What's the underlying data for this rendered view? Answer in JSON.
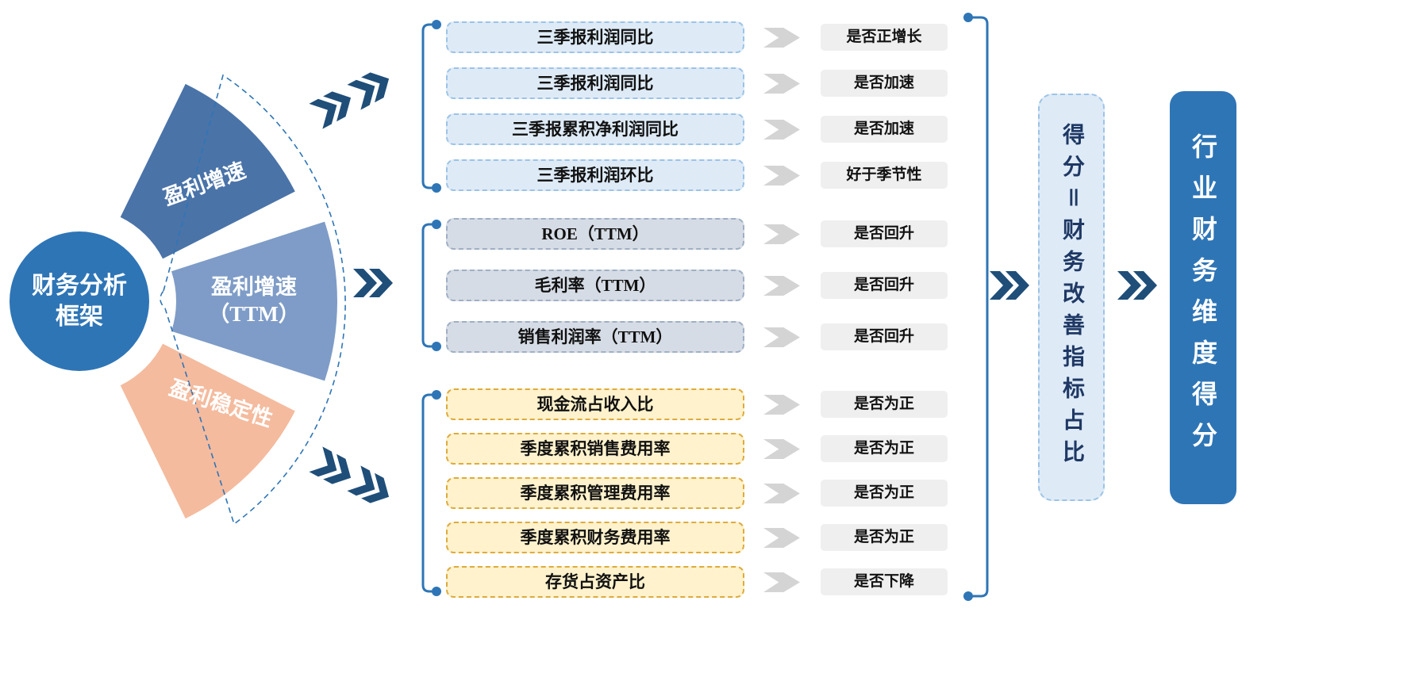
{
  "root": {
    "label": "财务分析\n框架"
  },
  "fan_segments": [
    {
      "label": "盈利增速",
      "color": "#4A73A8"
    },
    {
      "label": "盈利增速\n（TTM）",
      "color": "#7E9CC7"
    },
    {
      "label": "盈利稳定性",
      "color": "#F4BB9E"
    }
  ],
  "groups": [
    {
      "theme": "blue",
      "items": [
        {
          "metric": "三季报利润同比",
          "result": "是否正增长"
        },
        {
          "metric": "三季报利润同比",
          "result": "是否加速"
        },
        {
          "metric": "三季报累积净利润同比",
          "result": "是否加速"
        },
        {
          "metric": "三季报利润环比",
          "result": "好于季节性"
        }
      ]
    },
    {
      "theme": "gray",
      "items": [
        {
          "metric": "ROE（TTM）",
          "result": "是否回升"
        },
        {
          "metric": "毛利率（TTM）",
          "result": "是否回升"
        },
        {
          "metric": "销售利润率（TTM）",
          "result": "是否回升"
        }
      ]
    },
    {
      "theme": "yellow",
      "items": [
        {
          "metric": "现金流占收入比",
          "result": "是否为正"
        },
        {
          "metric": "季度累积销售费用率",
          "result": "是否为正"
        },
        {
          "metric": "季度累积管理费用率",
          "result": "是否为正"
        },
        {
          "metric": "季度累积财务费用率",
          "result": "是否为正"
        },
        {
          "metric": "存货占资产比",
          "result": "是否下降"
        }
      ]
    }
  ],
  "score_box": {
    "label": "得分＝财务改善指标占比"
  },
  "final_box": {
    "label": "行业财务维度得分"
  },
  "palette": {
    "primary_blue": "#2E75B6",
    "chevron_navy": "#1F4E79",
    "metric_blue_fill": "#DEEBF7",
    "metric_blue_border": "#9DC3E6",
    "metric_gray_fill": "#D6DCE5",
    "metric_yellow_fill": "#FFF2CC",
    "result_fill": "#EFEFEF",
    "flow_arrow_gray": "#D4D4D4"
  }
}
